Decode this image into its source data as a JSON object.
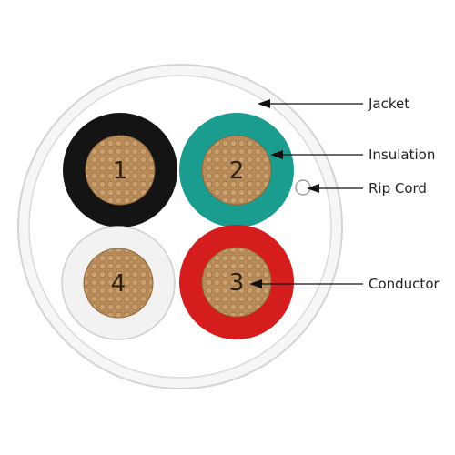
{
  "cable": {
    "conductors": [
      {
        "number": "1",
        "insulation_color": "#141414"
      },
      {
        "number": "2",
        "insulation_color": "#1a9d8f"
      },
      {
        "number": "3",
        "insulation_color": "#d51d1d"
      },
      {
        "number": "4",
        "insulation_color": "#f2f2f2"
      }
    ],
    "jacket_color": "#eeeeee",
    "conductor_color": "#b98c5a"
  },
  "callouts": {
    "jacket": "Jacket",
    "insulation": "Insulation",
    "rip_cord": "Rip Cord",
    "conductor": "Conductor"
  }
}
